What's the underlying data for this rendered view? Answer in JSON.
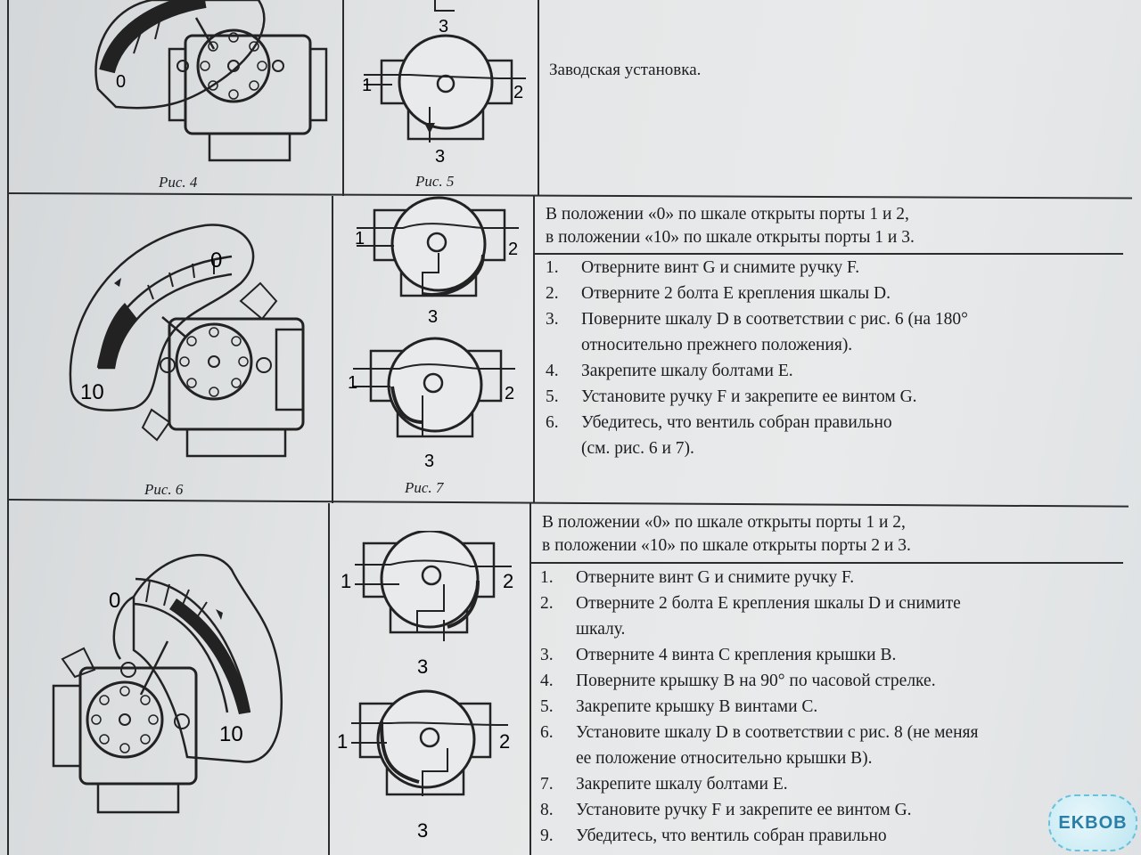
{
  "figures": {
    "fig4_caption": "Рис. 4",
    "fig5_caption": "Рис. 5",
    "fig6_caption": "Рис. 6",
    "fig7_caption": "Рис. 7"
  },
  "port_labels": {
    "p1": "1",
    "p2": "2",
    "p3": "3"
  },
  "scale_labels": {
    "zero": "0",
    "ten": "10"
  },
  "section1": {
    "note": "Заводская установка."
  },
  "section2": {
    "header_line1": "В положении «0» по шкале открыты порты 1 и 2,",
    "header_line2": "в положении «10» по шкале открыты порты 1 и 3.",
    "steps": [
      {
        "n": "1.",
        "text": "Отверните винт G и снимите ручку F."
      },
      {
        "n": "2.",
        "text": "Отверните 2  болта E крепления шкалы D."
      },
      {
        "n": "3.",
        "text": "Поверните шкалу D в соответствии с рис. 6 (на 180°"
      },
      {
        "n": "",
        "text": "относительно прежнего положения)."
      },
      {
        "n": "4.",
        "text": "Закрепите шкалу болтами E."
      },
      {
        "n": "5.",
        "text": "Установите ручку F и закрепите ее винтом G."
      },
      {
        "n": "6.",
        "text": "Убедитесь, что вентиль собран правильно"
      },
      {
        "n": "",
        "text": "(см. рис. 6 и 7)."
      }
    ]
  },
  "section3": {
    "header_line1": "В положении «0» по шкале открыты порты 1 и 2,",
    "header_line2": "в положении «10» по шкале открыты порты 2 и 3.",
    "steps": [
      {
        "n": "1.",
        "text": "Отверните винт G и снимите ручку F."
      },
      {
        "n": "2.",
        "text": "Отверните 2  болта E крепления шкалы D и снимите"
      },
      {
        "n": "",
        "text": "шкалу."
      },
      {
        "n": "3.",
        "text": "Отверните 4 винта C крепления крышки B."
      },
      {
        "n": "4.",
        "text": "Поверните крышку B на 90° по часовой стрелке."
      },
      {
        "n": "5.",
        "text": "Закрепите  крышку B винтами C."
      },
      {
        "n": "6.",
        "text": "Установите шкалу D в соответствии с рис. 8 (не меняя"
      },
      {
        "n": "",
        "text": "ее положение относительно крышки B)."
      },
      {
        "n": "7.",
        "text": "Закрепите шкалу болтами E."
      },
      {
        "n": "8.",
        "text": "Установите ручку F и закрепите ее винтом G."
      },
      {
        "n": "9.",
        "text": "Убедитесь, что вентиль собран правильно"
      }
    ]
  },
  "watermark": {
    "text": "EKBOB"
  }
}
